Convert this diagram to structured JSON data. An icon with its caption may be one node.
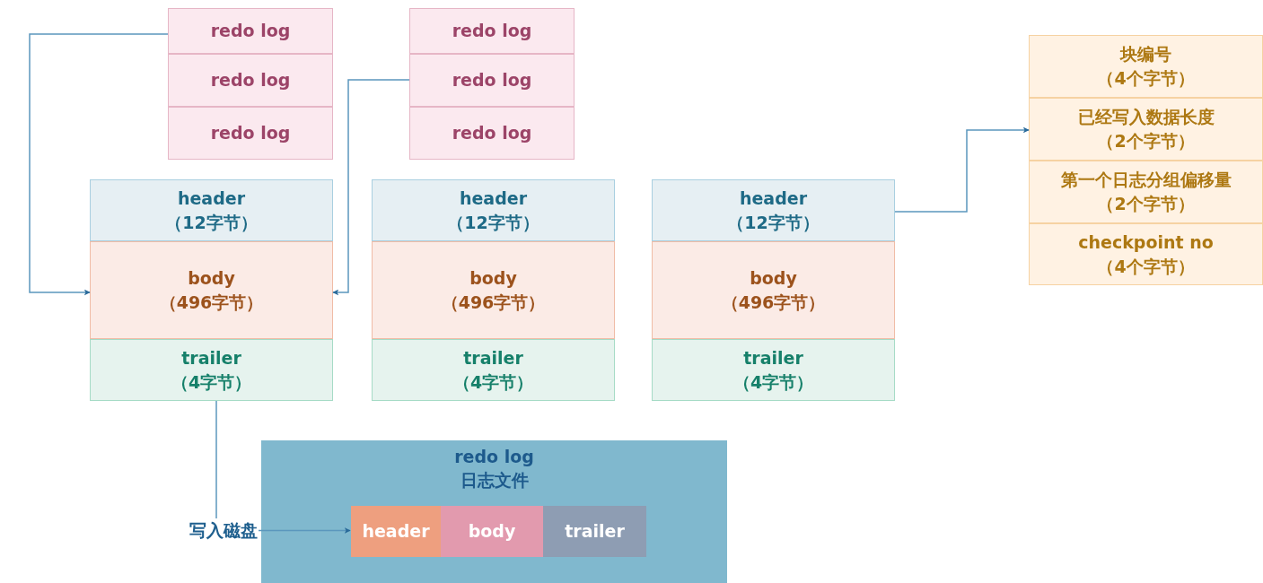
{
  "diagram": {
    "nodes": [
      {
        "text": [
          "redo log"
        ]
      },
      {
        "text": [
          "redo log"
        ]
      },
      {
        "text": [
          "redo log"
        ]
      },
      {
        "text": [
          "redo log"
        ]
      },
      {
        "text": [
          "redo log"
        ]
      },
      {
        "text": [
          "redo log"
        ]
      },
      {
        "text": [
          "header",
          "（12字节）"
        ]
      },
      {
        "text": [
          "body",
          "（496字节）"
        ]
      },
      {
        "text": [
          "trailer",
          "（4字节）"
        ]
      },
      {
        "text": [
          "header",
          "（12字节）"
        ]
      },
      {
        "text": [
          "body",
          "（496字节）"
        ]
      },
      {
        "text": [
          "trailer",
          "（4字节）"
        ]
      },
      {
        "text": [
          "header",
          "（12字节）"
        ]
      },
      {
        "text": [
          "body",
          "（496字节）"
        ]
      },
      {
        "text": [
          "trailer",
          "（4字节）"
        ]
      },
      {
        "text": [
          "块编号",
          "（4个字节）"
        ]
      },
      {
        "text": [
          "已经写入数据长度",
          "（2个字节）"
        ]
      },
      {
        "text": [
          "第一个日志分组偏移量",
          "（2个字节）"
        ]
      },
      {
        "text": [
          "checkpoint no",
          "（4个字节）"
        ]
      },
      {
        "text": [
          "写入磁盘"
        ]
      },
      {
        "text": [
          "redo log",
          "日志文件"
        ]
      },
      {
        "text": [
          "header"
        ],
        "in": 20
      },
      {
        "text": [
          "body"
        ],
        "in": 20
      },
      {
        "text": [
          "trailer"
        ],
        "in": 20
      }
    ],
    "edges": [
      {
        "from": 0,
        "to": 7,
        "arrow": "to"
      },
      {
        "from": 4,
        "to": 7,
        "arrow": "to"
      },
      {
        "from": 12,
        "to": 16,
        "arrow": "to"
      },
      {
        "from": 8,
        "to": 19,
        "arrow": "none"
      },
      {
        "from": 19,
        "to": 21,
        "arrow": "to"
      }
    ]
  }
}
